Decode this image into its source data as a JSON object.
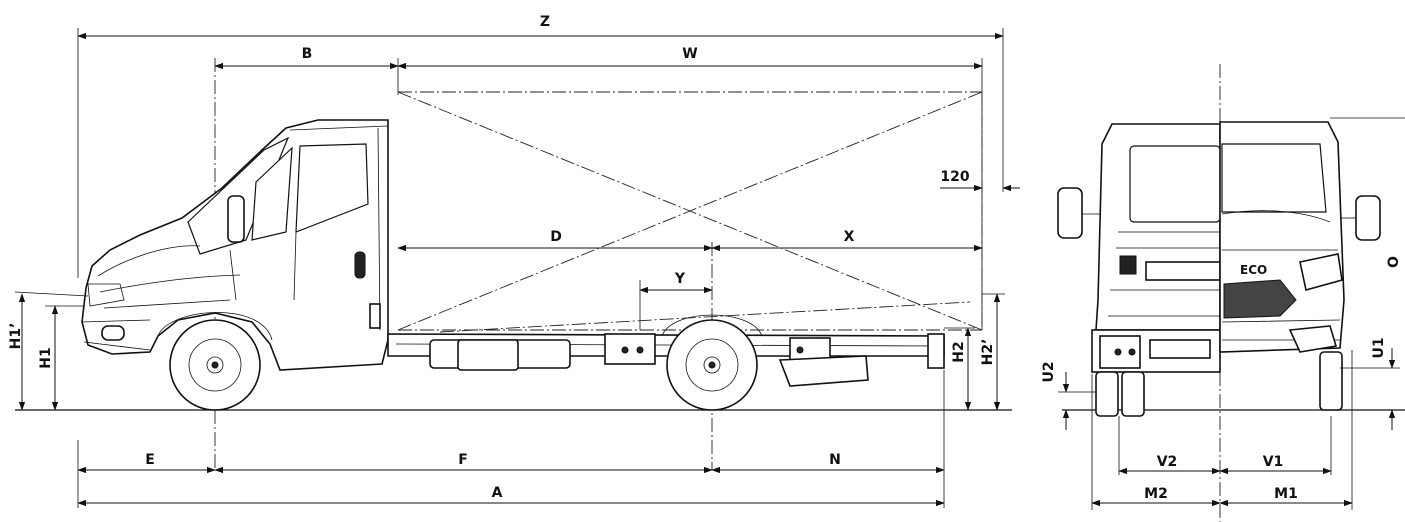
{
  "dimensions": {
    "Z": "Z",
    "B": "B",
    "W": "W",
    "D": "D",
    "X": "X",
    "Y": "Y",
    "clearance_120": "120",
    "H1_prime": "H1’",
    "H1": "H1",
    "H2": "H2",
    "H2_prime": "H2’",
    "E": "E",
    "F": "F",
    "N": "N",
    "A": "A",
    "U2": "U2",
    "U1": "U1",
    "O": "O",
    "V2": "V2",
    "V1": "V1",
    "M2": "M2",
    "M1": "M1"
  },
  "brand_badge": "ECO"
}
